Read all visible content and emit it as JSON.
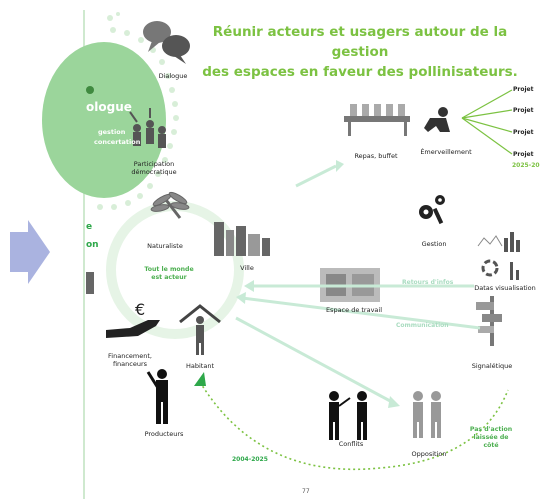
{
  "title": {
    "line1": "Réunir acteurs et usagers autour de la gestion",
    "line2": "des espaces en faveur des pollinisateurs."
  },
  "left_panel": {
    "circle_title": "ologue",
    "circle_sub1": "gestion",
    "circle_sub2": "concertation",
    "side_text1": "e",
    "side_text2": "on"
  },
  "center_text": {
    "line1": "Tout le monde",
    "line2": "est acteur"
  },
  "nodes": {
    "dialogue": "Dialogue",
    "participation1": "Participation",
    "participation2": "démocratique",
    "naturaliste": "Naturaliste",
    "ville": "Ville",
    "financement1": "Financement,",
    "financement2": "financeurs",
    "habitant": "Habitant",
    "producteurs": "Producteurs",
    "repas": "Repas, buffet",
    "emerveillement": "Émerveillement",
    "gestion": "Gestion",
    "datas": "Datas visualisation",
    "espace": "Espace de travail",
    "signaletique": "Signalétique",
    "conflits": "Conflits",
    "opposition": "Opposition"
  },
  "projects": [
    "Projet",
    "Projet",
    "Projet",
    "Projet"
  ],
  "years_right": "2025-20",
  "years_bottom": "2004-2025",
  "arrow_labels": {
    "retours": "Retours d'infos",
    "communication": "Communication",
    "pas_action1": "Pas d'action",
    "pas_action2": "laissée de côté"
  },
  "page_number": "77",
  "colors": {
    "green": "#7cc242",
    "light_green": "#9bd59b",
    "pale_green": "#c8ead6",
    "blue_arrow": "#aab3e0"
  }
}
